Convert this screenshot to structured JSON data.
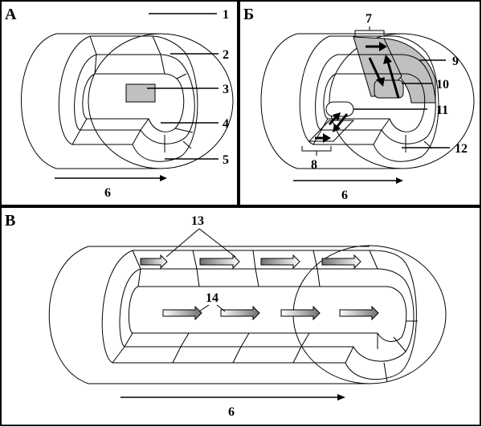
{
  "panels": {
    "A": {
      "letter": "А"
    },
    "B": {
      "letter": "Б"
    },
    "C": {
      "letter": "В"
    }
  },
  "labels": {
    "l1": "1",
    "l2": "2",
    "l3": "3",
    "l4": "4",
    "l5": "5",
    "l6a": "6",
    "l6b": "6",
    "l6c": "6",
    "l7": "7",
    "l8": "8",
    "l9": "9",
    "l10": "10",
    "l11": "11",
    "l12": "12",
    "l13": "13",
    "l14": "14"
  },
  "colors": {
    "fill_gray": "#c0c0c0",
    "line": "#000000"
  }
}
